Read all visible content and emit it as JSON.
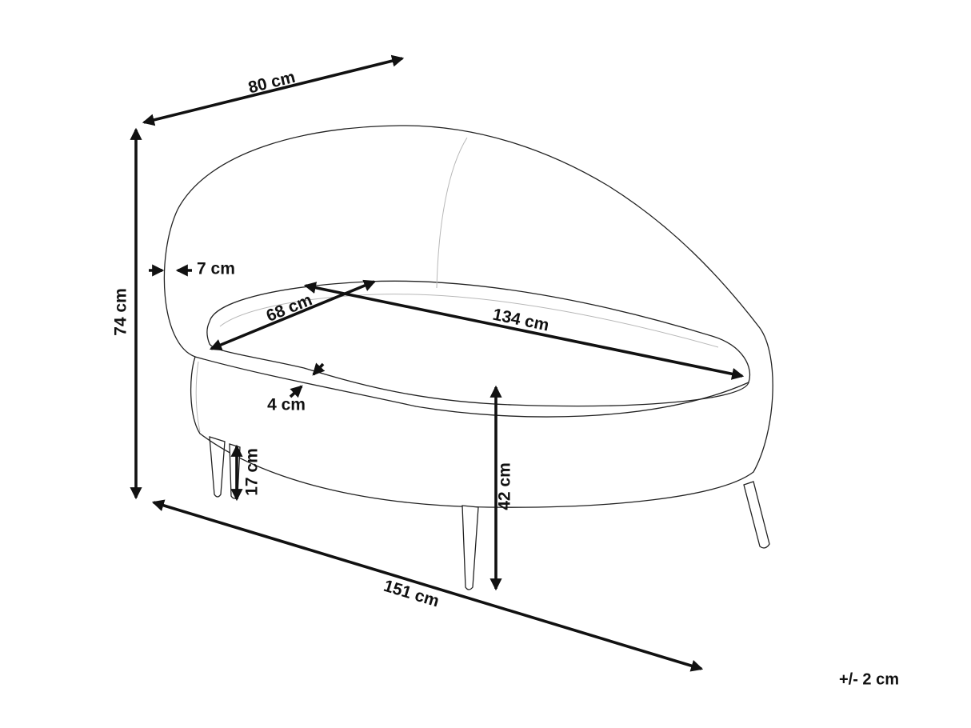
{
  "dimensions": {
    "depth": "80 cm",
    "height": "74 cm",
    "backrest_thickness": "7 cm",
    "seat_depth": "68 cm",
    "seat_width": "134 cm",
    "cushion_gap": "4 cm",
    "leg_height": "17 cm",
    "seat_height": "42 cm",
    "total_width": "151 cm"
  },
  "tolerance": "+/- 2 cm",
  "colors": {
    "line": "#222222",
    "arrow": "#111111",
    "faint_line": "#b8b8b8",
    "background": "#ffffff"
  }
}
